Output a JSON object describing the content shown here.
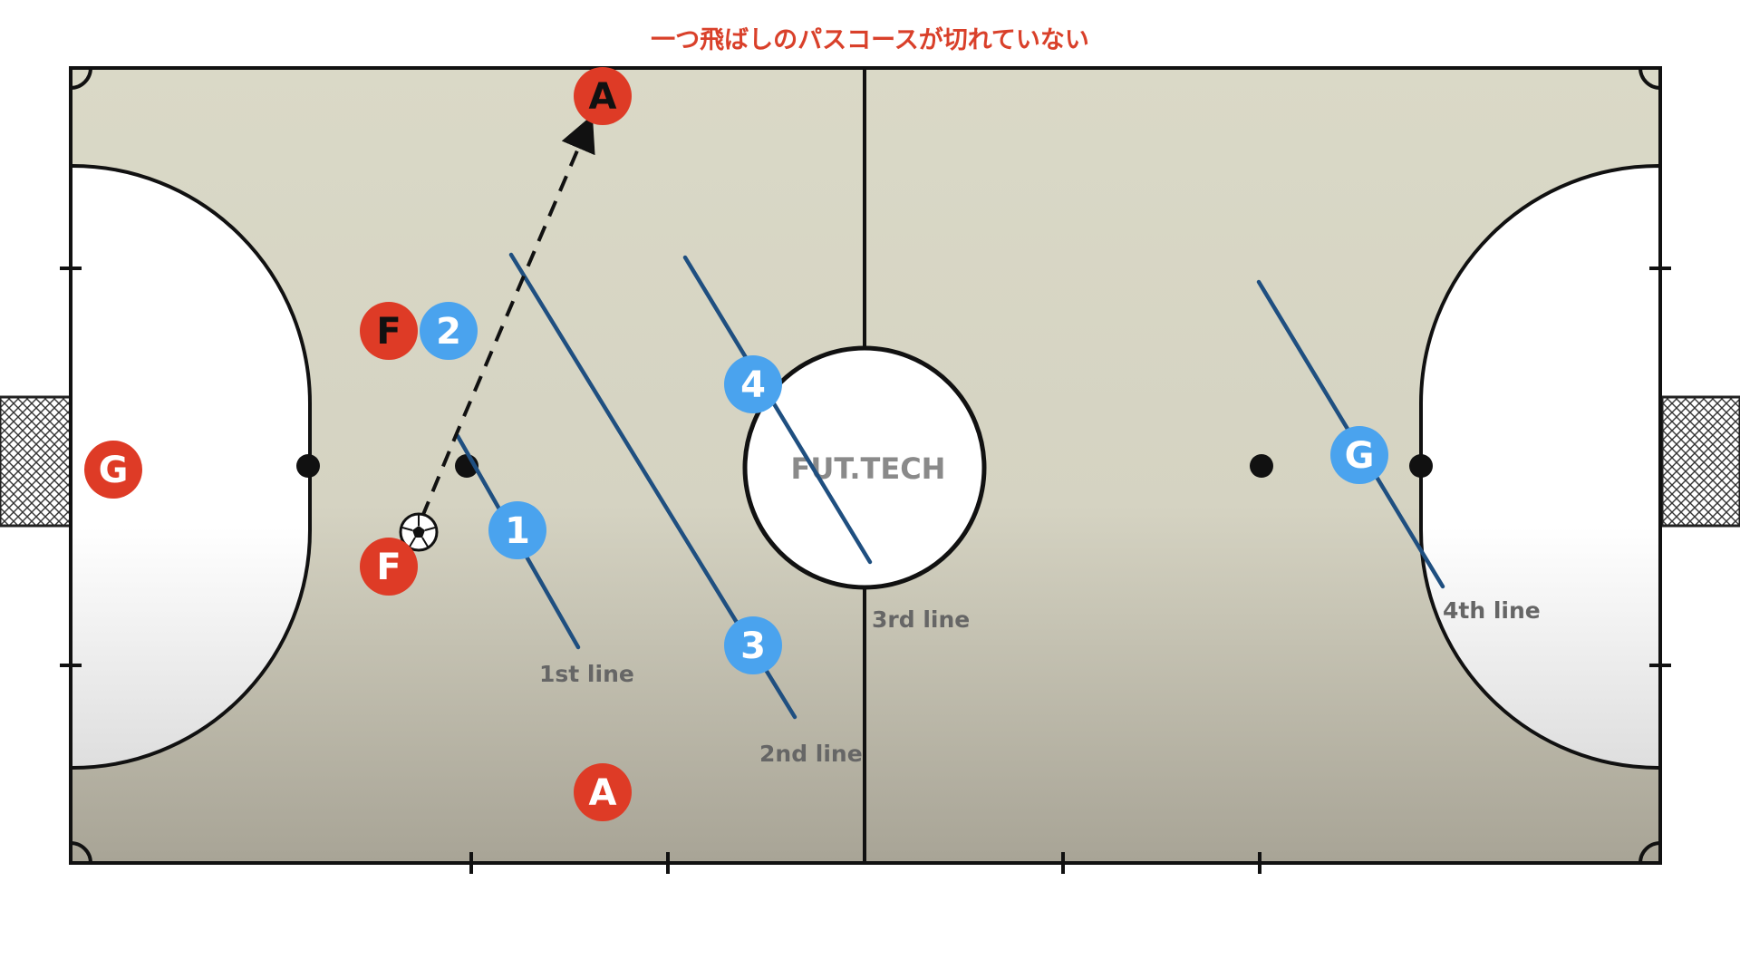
{
  "title": "一つ飛ばしのパスコースが切れていない",
  "watermark": "FUT.TECH",
  "colors": {
    "attack": "#de3b26",
    "defense": "#4aa3ee",
    "line": "#1f4f80",
    "court_top": "#d9d8c6",
    "court_bottom": "#a9a597"
  },
  "defensive_lines": [
    {
      "label": "1st line"
    },
    {
      "label": "2nd line"
    },
    {
      "label": "3rd line"
    },
    {
      "label": "4th line"
    }
  ],
  "attackers": [
    {
      "label": "A"
    },
    {
      "label": "F"
    },
    {
      "label": "F"
    },
    {
      "label": "A"
    },
    {
      "label": "G"
    }
  ],
  "defenders": [
    {
      "label": "2"
    },
    {
      "label": "4"
    },
    {
      "label": "1"
    },
    {
      "label": "3"
    },
    {
      "label": "G"
    }
  ],
  "ball": {
    "icon": "soccer-ball-icon"
  },
  "pass": {
    "style": "dashed-arrow"
  }
}
